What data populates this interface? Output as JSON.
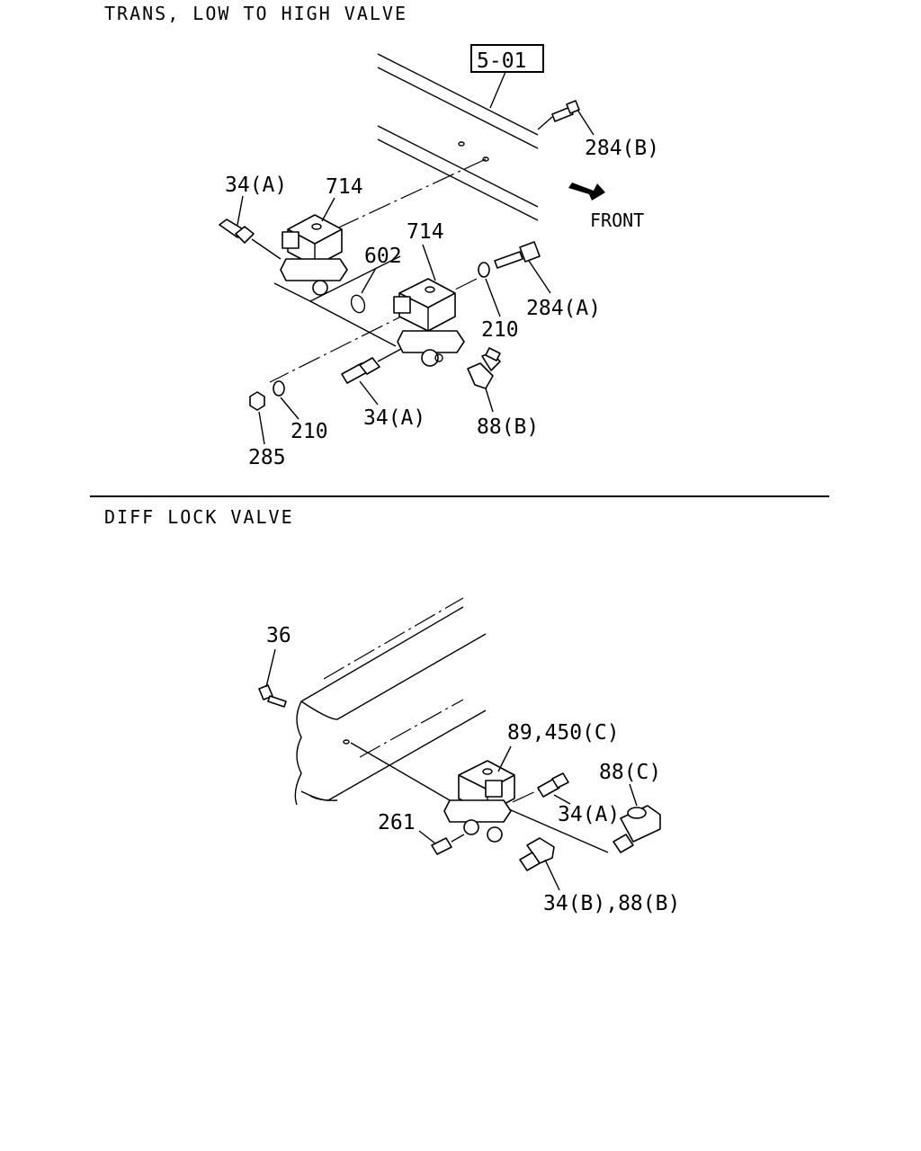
{
  "sections": [
    {
      "title": "TRANS, LOW TO HIGH VALVE",
      "reference_box": "5-01",
      "direction_label": "FRONT",
      "callouts": [
        "284(B)",
        "34(A)",
        "714",
        "714",
        "602",
        "284(A)",
        "210",
        "210",
        "34(A)",
        "88(B)",
        "285"
      ]
    },
    {
      "title": "DIFF LOCK VALVE",
      "callouts": [
        "36",
        "89,450(C)",
        "88(C)",
        "34(A)",
        "261",
        "34(B),88(B)"
      ]
    }
  ]
}
